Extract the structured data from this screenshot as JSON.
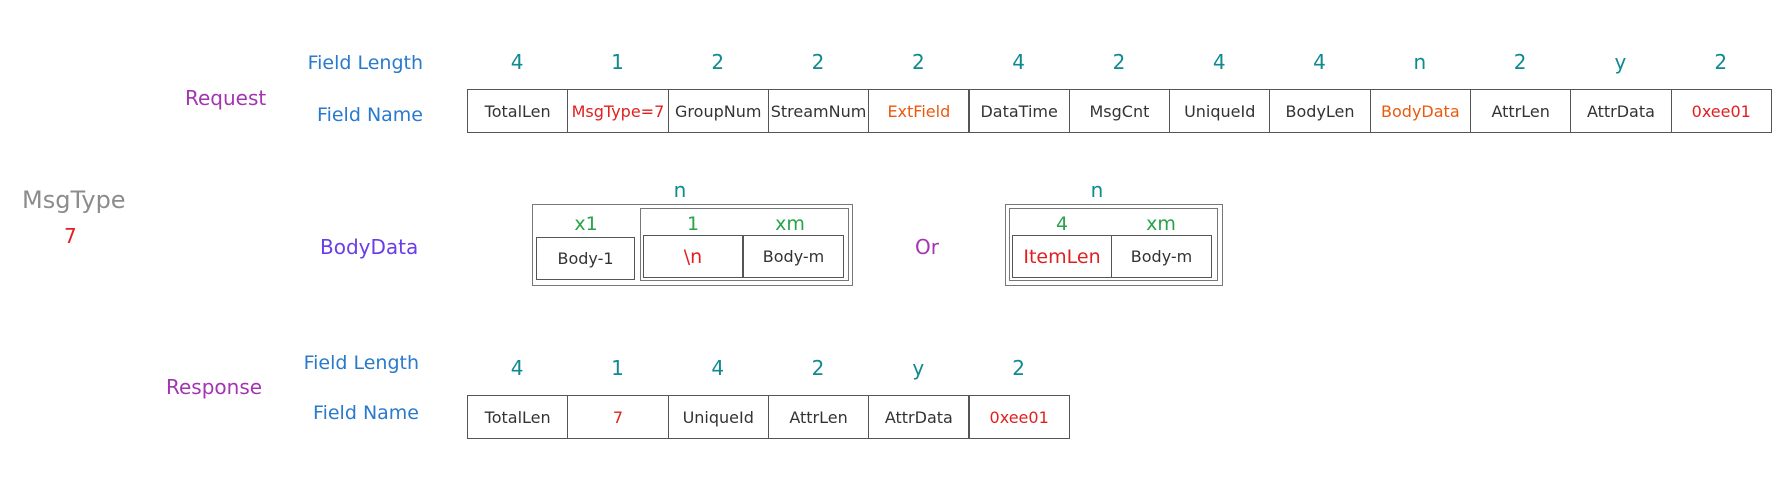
{
  "msgtype": {
    "title": "MsgType",
    "value": "7"
  },
  "request": {
    "label": "Request",
    "field_length_label": "Field Length",
    "field_name_label": "Field Name",
    "lengths": [
      "4",
      "1",
      "2",
      "2",
      "2",
      "4",
      "2",
      "4",
      "4",
      "n",
      "2",
      "y",
      "2"
    ],
    "fields": [
      {
        "name": "TotalLen",
        "color": "dark"
      },
      {
        "name": "MsgType=7",
        "color": "red"
      },
      {
        "name": "GroupNum",
        "color": "dark"
      },
      {
        "name": "StreamNum",
        "color": "dark"
      },
      {
        "name": "ExtField",
        "color": "orange"
      },
      {
        "name": "DataTime",
        "color": "dark"
      },
      {
        "name": "MsgCnt",
        "color": "dark"
      },
      {
        "name": "UniqueId",
        "color": "dark"
      },
      {
        "name": "BodyLen",
        "color": "dark"
      },
      {
        "name": "BodyData",
        "color": "orange"
      },
      {
        "name": "AttrLen",
        "color": "dark"
      },
      {
        "name": "AttrData",
        "color": "dark"
      },
      {
        "name": "0xee01",
        "color": "red"
      }
    ]
  },
  "bodydata": {
    "label": "BodyData",
    "or_label": "Or",
    "left": {
      "outer_length": "n",
      "first_length": "x1",
      "first_box": "Body-1",
      "inner_lengths": [
        "1",
        "xm"
      ],
      "inner_boxes": [
        "\\n",
        "Body-m"
      ]
    },
    "right": {
      "outer_length": "n",
      "inner_lengths": [
        "4",
        "xm"
      ],
      "inner_boxes": [
        "ItemLen",
        "Body-m"
      ]
    }
  },
  "response": {
    "label": "Response",
    "field_length_label": "Field Length",
    "field_name_label": "Field Name",
    "lengths": [
      "4",
      "1",
      "4",
      "2",
      "y",
      "2"
    ],
    "fields": [
      {
        "name": "TotalLen",
        "color": "dark"
      },
      {
        "name": "7",
        "color": "red"
      },
      {
        "name": "UniqueId",
        "color": "dark"
      },
      {
        "name": "AttrLen",
        "color": "dark"
      },
      {
        "name": "AttrData",
        "color": "dark"
      },
      {
        "name": "0xee01",
        "color": "red"
      }
    ]
  }
}
